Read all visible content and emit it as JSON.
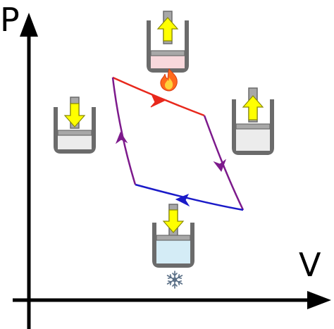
{
  "axes": {
    "y_label": "P",
    "x_label": "V"
  },
  "colors": {
    "axis": "#000000",
    "hot_stroke": "#e8281c",
    "cold_stroke": "#1a1ac8",
    "adiabatic_stroke": "#7d1a8c",
    "cylinder_outline": "#6b6b6b",
    "cylinder_fill": "#a8a8a8",
    "gas_neutral": "#ececec",
    "gas_hot": "#f8d8dc",
    "gas_cold": "#d4ecf6",
    "piston_arrow": "#ffff00",
    "flame_outer": "#ff6a1c",
    "flame_inner": "#ffd23a",
    "snowflake": "#5a6f86"
  },
  "cycle": {
    "stages": [
      {
        "name": "isothermal-expansion",
        "stroke": "hot",
        "arrow": "right"
      },
      {
        "name": "adiabatic-expansion",
        "stroke": "adiabatic",
        "arrow": "down"
      },
      {
        "name": "isothermal-compression",
        "stroke": "cold",
        "arrow": "left"
      },
      {
        "name": "adiabatic-compression",
        "stroke": "adiabatic",
        "arrow": "up"
      }
    ]
  },
  "cylinders": [
    {
      "name": "top",
      "piston_arrow": "up",
      "gas": "hot",
      "heat_source": "flame-icon"
    },
    {
      "name": "right",
      "piston_arrow": "up",
      "gas": "neutral"
    },
    {
      "name": "bottom",
      "piston_arrow": "down",
      "gas": "cold",
      "heat_sink": "snowflake-icon"
    },
    {
      "name": "left",
      "piston_arrow": "down",
      "gas": "neutral"
    }
  ]
}
